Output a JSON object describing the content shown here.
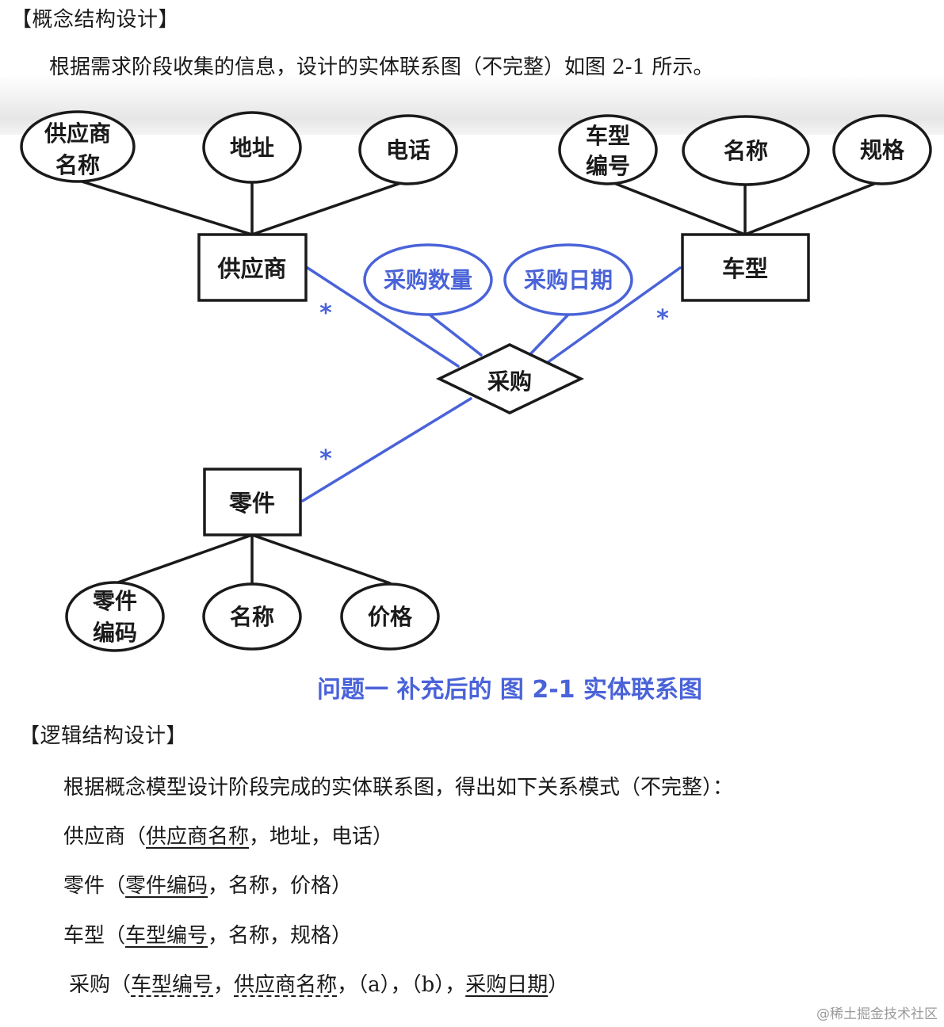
{
  "section1": {
    "heading": "【概念结构设计】",
    "intro": "根据需求阶段收集的信息，设计的实体联系图（不完整）如图 2-1 所示。"
  },
  "diagram": {
    "entities": {
      "supplier": "供应商",
      "car_model": "车型",
      "part": "零件"
    },
    "relationship": "采购",
    "attributes": {
      "supplier_name": [
        "供应商",
        "名称"
      ],
      "supplier_address": "地址",
      "supplier_phone": "电话",
      "car_model_code": [
        "车型",
        "编号"
      ],
      "car_model_name": "名称",
      "car_model_spec": "规格",
      "part_code": [
        "零件",
        "编码"
      ],
      "part_name": "名称",
      "part_price": "价格",
      "purchase_qty": "采购数量",
      "purchase_date": "采购日期"
    },
    "cardinality": "*",
    "colors": {
      "black": "#1a1a1a",
      "blue": "#4a63d8"
    },
    "caption": "问题一 补充后的  图 2-1  实体联系图"
  },
  "section2": {
    "heading": "【逻辑结构设计】",
    "intro": "根据概念模型设计阶段完成的实体联系图，得出如下关系模式（不完整）：",
    "schemas": {
      "supplier": {
        "name": "供应商",
        "open": "（",
        "key": "供应商名称",
        "rest": "，地址，电话）"
      },
      "part": {
        "name": "零件",
        "open": "（",
        "key": "零件编码",
        "rest": "，名称，价格）"
      },
      "car_model": {
        "name": "车型",
        "open": "（",
        "key": "车型编号",
        "rest": "，名称，规格）"
      },
      "purchase": {
        "name": "采购",
        "open": "（",
        "fk1": "车型编号",
        "sep1": "，",
        "fk2": "供应商名称",
        "mid": "，（a），（b），",
        "key3": "采购日期",
        "close": "）"
      }
    }
  },
  "watermark": "@稀土掘金技术社区"
}
